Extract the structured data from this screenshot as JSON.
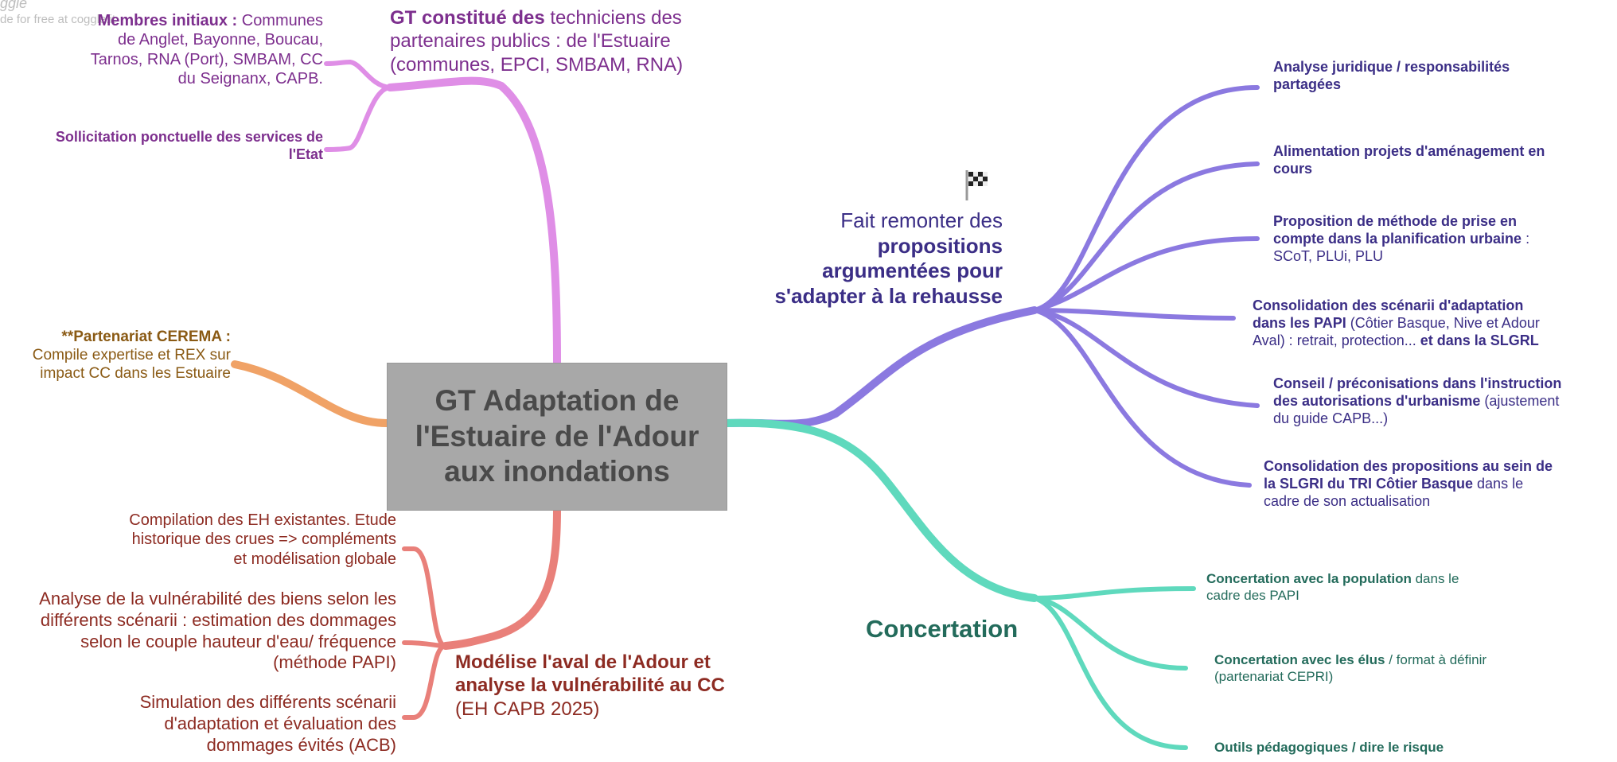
{
  "watermark": {
    "logo": "ggle",
    "line": "de for free at coggle.it"
  },
  "central": {
    "line1": "GT Adaptation de",
    "line2": "l'Estuaire de l'Adour",
    "line3": "aux inondations"
  },
  "top_branch": {
    "title_bold": "GT constitué des",
    "title_rest1": " techniciens des",
    "title_line2": "partenaires publics : de l'Estuaire",
    "title_line3": "(communes, EPCI, SMBAM, RNA)",
    "children": [
      {
        "bold": "Membres initiaux :",
        "rest": " Communes",
        "line2": "de Anglet, Bayonne, Boucau,",
        "line3": "Tarnos, RNA (Port), SMBAM, CC",
        "line4": "du Seignanx, CAPB."
      },
      {
        "line1": "Sollicitation ponctuelle des services de",
        "line2": "l'Etat"
      }
    ]
  },
  "left_branch": {
    "line1": "**Partenariat CEREMA :",
    "line2": "Compile expertise et REX sur",
    "line3": "impact CC dans les Estuaire"
  },
  "bottom_branch": {
    "title_line1": "Modélise l'aval de l'Adour et",
    "title_line2": "analyse la vulnérabilité au CC",
    "title_line3": "(EH CAPB 2025)",
    "children": [
      {
        "line1": "Compilation des EH existantes. Etude",
        "line2": "historique des crues => compléments",
        "line3": "et modélisation globale"
      },
      {
        "line1": "Analyse de la vulnérabilité des biens selon les",
        "line2": "différents scénarii : estimation des dommages",
        "line3": "selon le couple hauteur d'eau/ fréquence",
        "line4": "(méthode PAPI)"
      },
      {
        "line1": "Simulation des différents scénarii",
        "line2": "d'adaptation et évaluation des",
        "line3": "dommages évités (ACB)"
      }
    ]
  },
  "right_branch": {
    "icon": "checkered-flag-icon",
    "title_line1": "Fait remonter des",
    "title_line2": "propositions",
    "title_line3": "argumentées pour",
    "title_line4": "s'adapter à la rehausse",
    "children": [
      {
        "line1": "Analyse juridique / responsabilités",
        "line2": "partagées"
      },
      {
        "line1": "Alimentation projets d'aménagement en",
        "line2": "cours"
      },
      {
        "line1": "Proposition de méthode de prise en",
        "line2_bold": "compte dans la planification urbaine",
        "line2_rest": " :",
        "line3": "SCoT, PLUi, PLU"
      },
      {
        "line1": "Consolidation des scénarii d'adaptation",
        "line2_bold": "dans les PAPI",
        "line2_rest": " (Côtier Basque, Nive et Adour",
        "line3_rest": "Aval) : retrait, protection... ",
        "line3_bold": "et dans la SLGRL"
      },
      {
        "line1": "Conseil / préconisations dans l'instruction",
        "line2_bold": "des autorisations d'urbanisme",
        "line2_rest": " (ajustement",
        "line3": "du guide CAPB...)"
      },
      {
        "line1": "Consolidation des propositions au sein de",
        "line2": "la SLGRI du TRI Côtier Basque",
        "line2_rest": " dans le",
        "line3": "cadre de son actualisation"
      }
    ]
  },
  "concertation_branch": {
    "title": "Concertation",
    "children": [
      {
        "bold": "Concertation avec la population",
        "rest": " dans le",
        "line2": "cadre des PAPI"
      },
      {
        "bold": "Concertation avec les élus",
        "rest": " / format à définir",
        "line2": "(partenariat CEPRI)"
      },
      {
        "bold": "Outils pédagogiques / dire le risque"
      }
    ]
  },
  "colors": {
    "top": "#df8ee6",
    "left": "#f0a266",
    "bottom": "#e9807a",
    "right": "#8b79e0",
    "concertation": "#5fd9bd",
    "central_box": "#a8a8a8"
  }
}
